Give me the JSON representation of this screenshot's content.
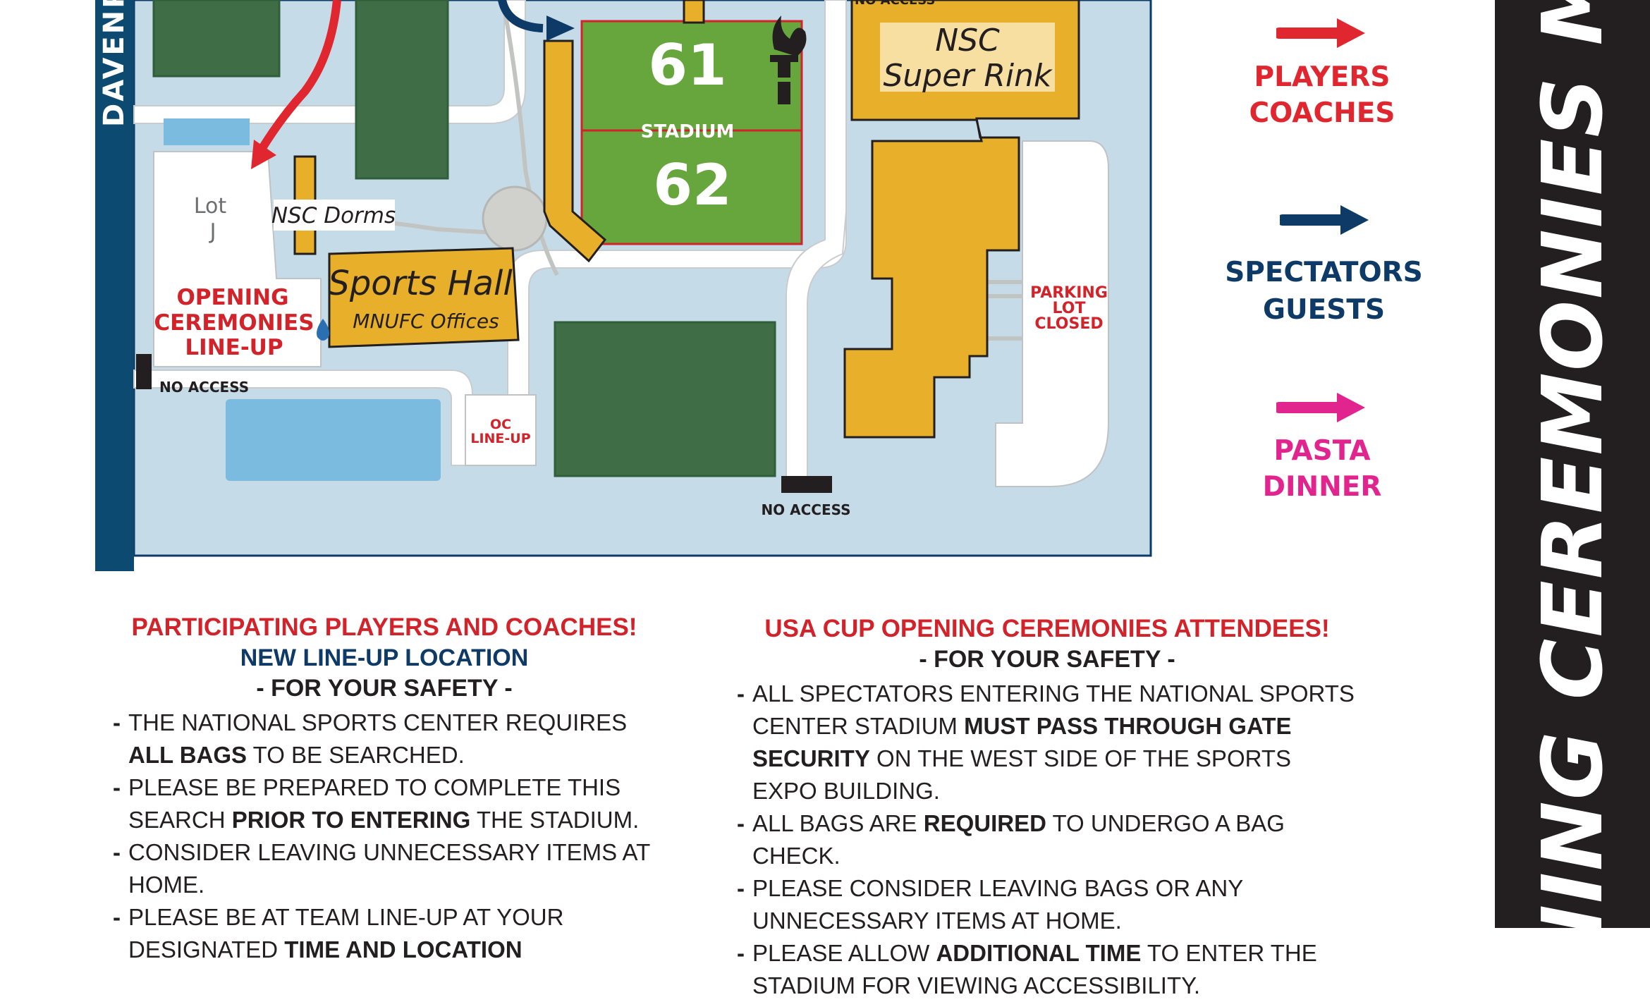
{
  "map": {
    "street_label": "DAVENP",
    "stadium_upper": "61",
    "stadium_lower": "62",
    "stadium_label": "STADIUM",
    "super_rink": [
      "NSC",
      "Super Rink"
    ],
    "no_access_top": "NO ACCESS",
    "lot_j": [
      "Lot",
      "J"
    ],
    "dorms": "NSC Dorms",
    "sports_hall": "Sports Hall",
    "sports_hall_sub": "MNUFC Offices",
    "opening_lineup": [
      "OPENING",
      "CEREMONIES",
      "LINE-UP"
    ],
    "no_access_left": "NO ACCESS",
    "oc_lineup": [
      "OC",
      "LINE-UP"
    ],
    "no_access_bottom": "NO ACCESS",
    "parking_closed": [
      "PARKING",
      "LOT",
      "CLOSED"
    ]
  },
  "legend": {
    "players": {
      "label_1": "PLAYERS",
      "label_2": "COACHES",
      "color": "#e0262e"
    },
    "spectators": {
      "label_1": "SPECTATORS",
      "label_2": "GUESTS",
      "color": "#0d3a66"
    },
    "pasta": {
      "label_1": "PASTA",
      "label_2": "DINNER",
      "color": "#e2248f"
    }
  },
  "side_title": "ENING CEREMONIES MA",
  "players_section": {
    "heading": "PARTICIPATING PLAYERS AND COACHES!",
    "subheading": "NEW LINE-UP LOCATION",
    "safety": "- FOR YOUR SAFETY -",
    "items": [
      {
        "p1": "THE NATIONAL SPORTS CENTER REQUIRES ",
        "b1": "ALL BAGS",
        "p2": " TO BE SEARCHED."
      },
      {
        "p1": "PLEASE BE PREPARED TO COMPLETE THIS SEARCH ",
        "b1": "PRIOR TO ENTERING",
        "p2": " THE STADIUM."
      },
      {
        "p1": "CONSIDER LEAVING UNNECESSARY ITEMS AT HOME.",
        "b1": "",
        "p2": ""
      },
      {
        "p1": "PLEASE BE AT TEAM LINE-UP AT YOUR DESIGNATED ",
        "b1": "TIME AND LOCATION",
        "p2": ""
      }
    ]
  },
  "spectators_section": {
    "heading": "USA CUP OPENING CEREMONIES ATTENDEES!",
    "safety": "- FOR YOUR SAFETY -",
    "items": [
      {
        "p1": "ALL SPECTATORS ENTERING THE NATIONAL SPORTS CENTER STADIUM ",
        "b1": "MUST PASS THROUGH GATE SECURITY",
        "p2": " ON THE WEST SIDE OF THE SPORTS EXPO BUILDING."
      },
      {
        "p1": "ALL BAGS ARE ",
        "b1": "REQUIRED",
        "p2": " TO UNDERGO A BAG CHECK."
      },
      {
        "p1": "PLEASE CONSIDER LEAVING BAGS OR ANY UNNECESSARY ITEMS AT HOME.",
        "b1": "",
        "p2": ""
      },
      {
        "p1": "PLEASE ALLOW ",
        "b1": "ADDITIONAL TIME",
        "p2": " TO ENTER THE STADIUM FOR VIEWING ACCESSIBILITY."
      }
    ]
  }
}
